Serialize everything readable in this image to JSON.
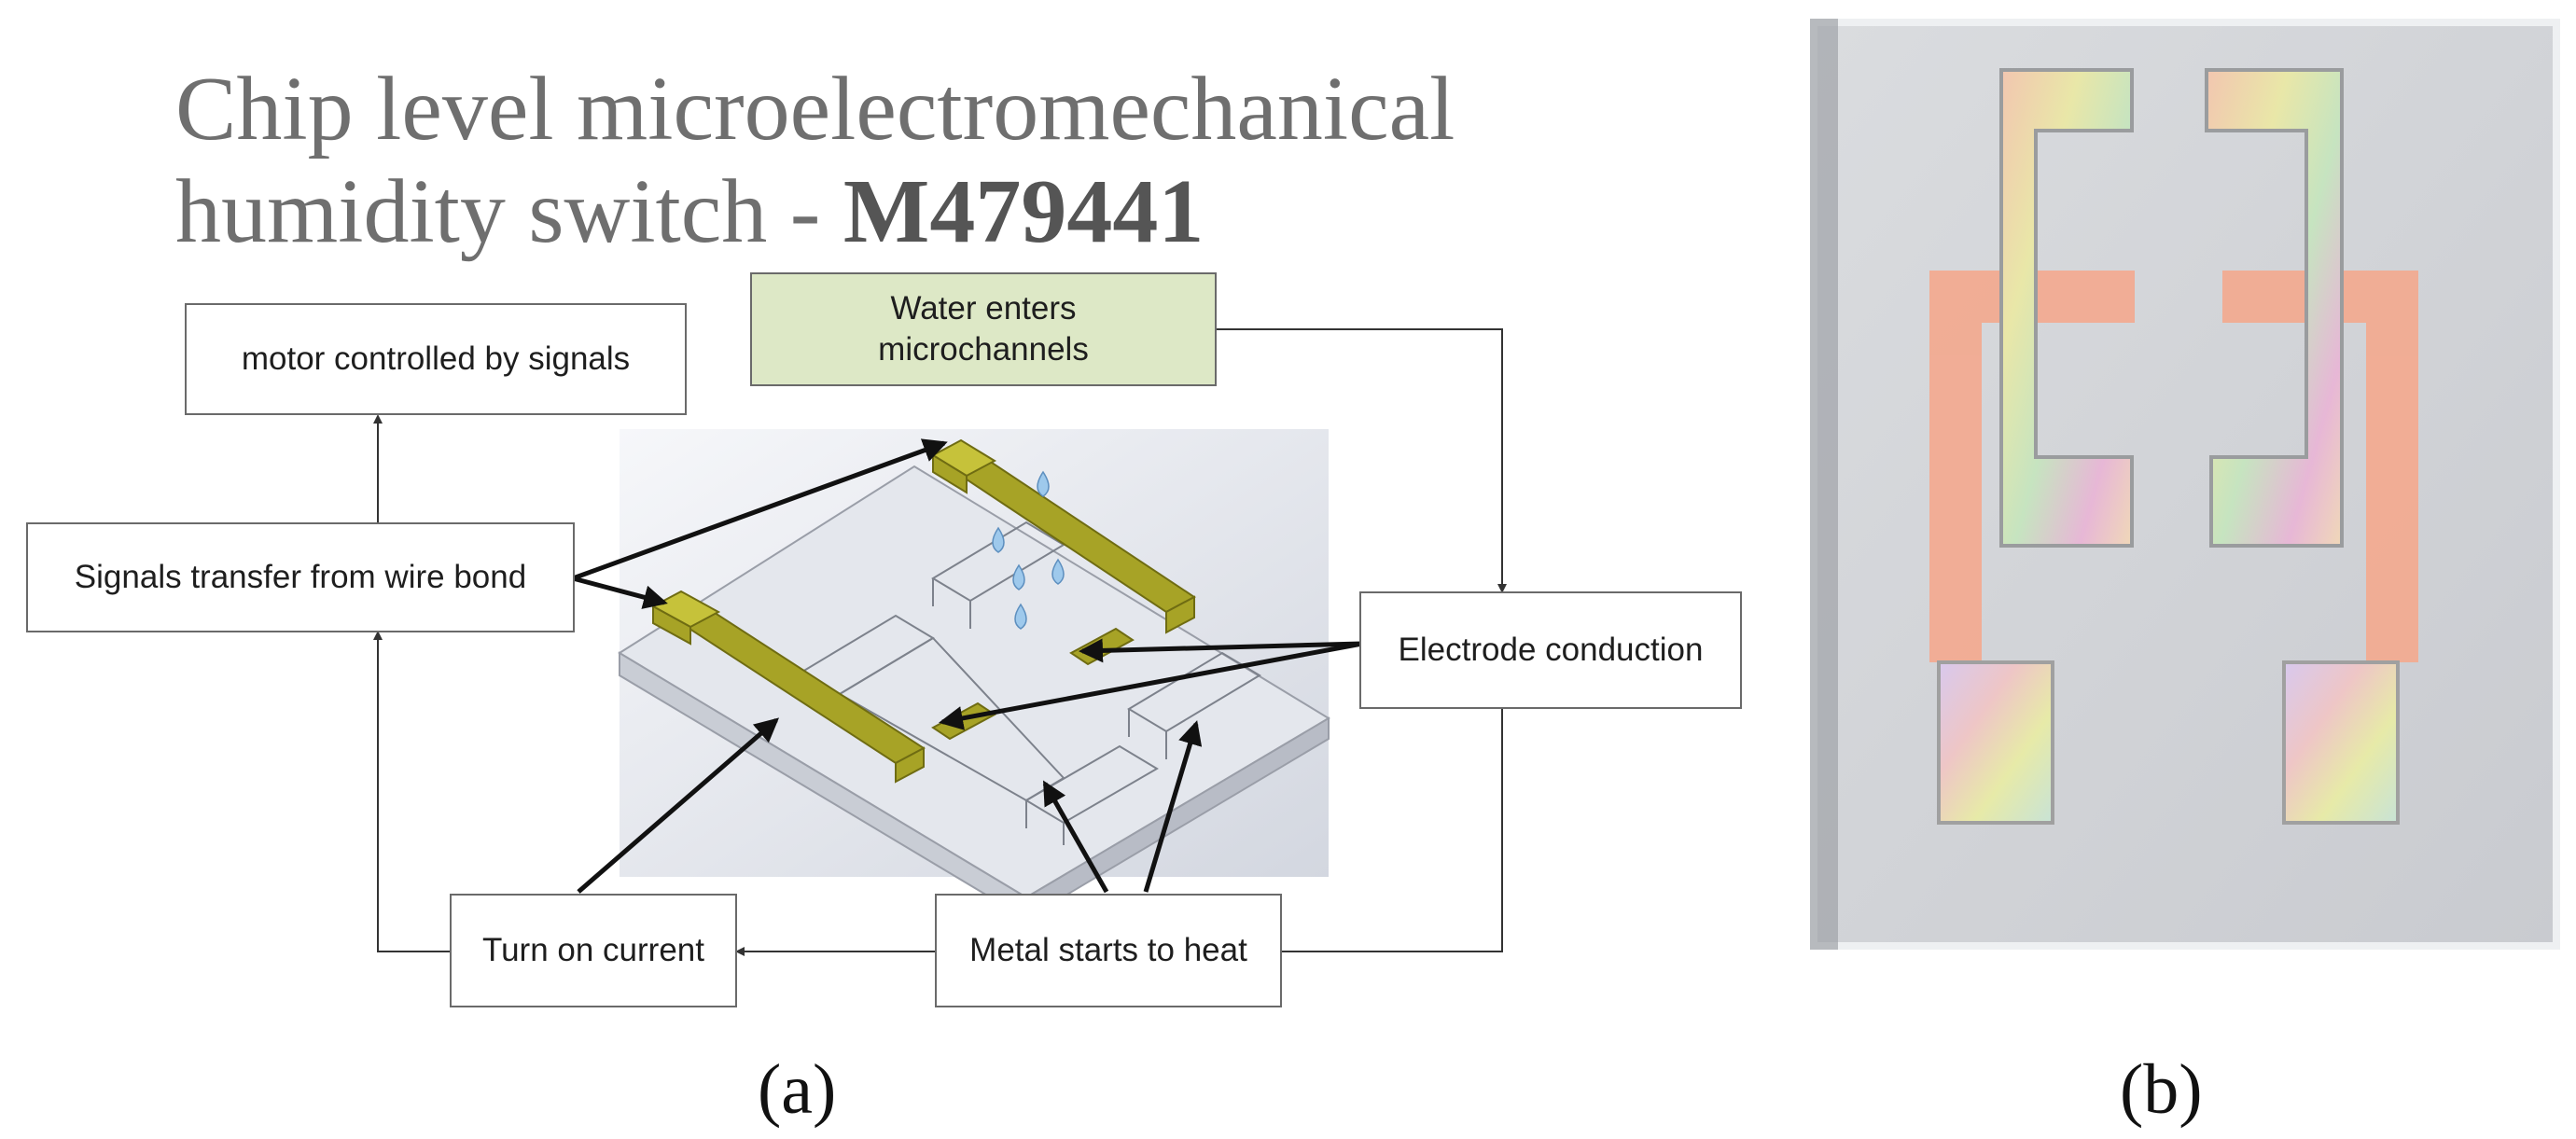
{
  "figure": {
    "title_line1": "Chip level microelectromechanical",
    "title_line2": "humidity switch -",
    "model": "M479441",
    "boxes": {
      "motor": "motor controlled by signals",
      "water": "Water enters microchannels",
      "signals": "Signals transfer from wire bond",
      "electrode": "Electrode conduction",
      "current": "Turn on current",
      "heat": "Metal starts to heat"
    },
    "labels": {
      "a": "(a)",
      "b": "(b)"
    },
    "colors": {
      "electrode_gold": "#a7a326",
      "box_highlight": "#dde8c6",
      "trace_orange": "#f4a98e",
      "substrate_gray": "#cfd1d6"
    }
  }
}
